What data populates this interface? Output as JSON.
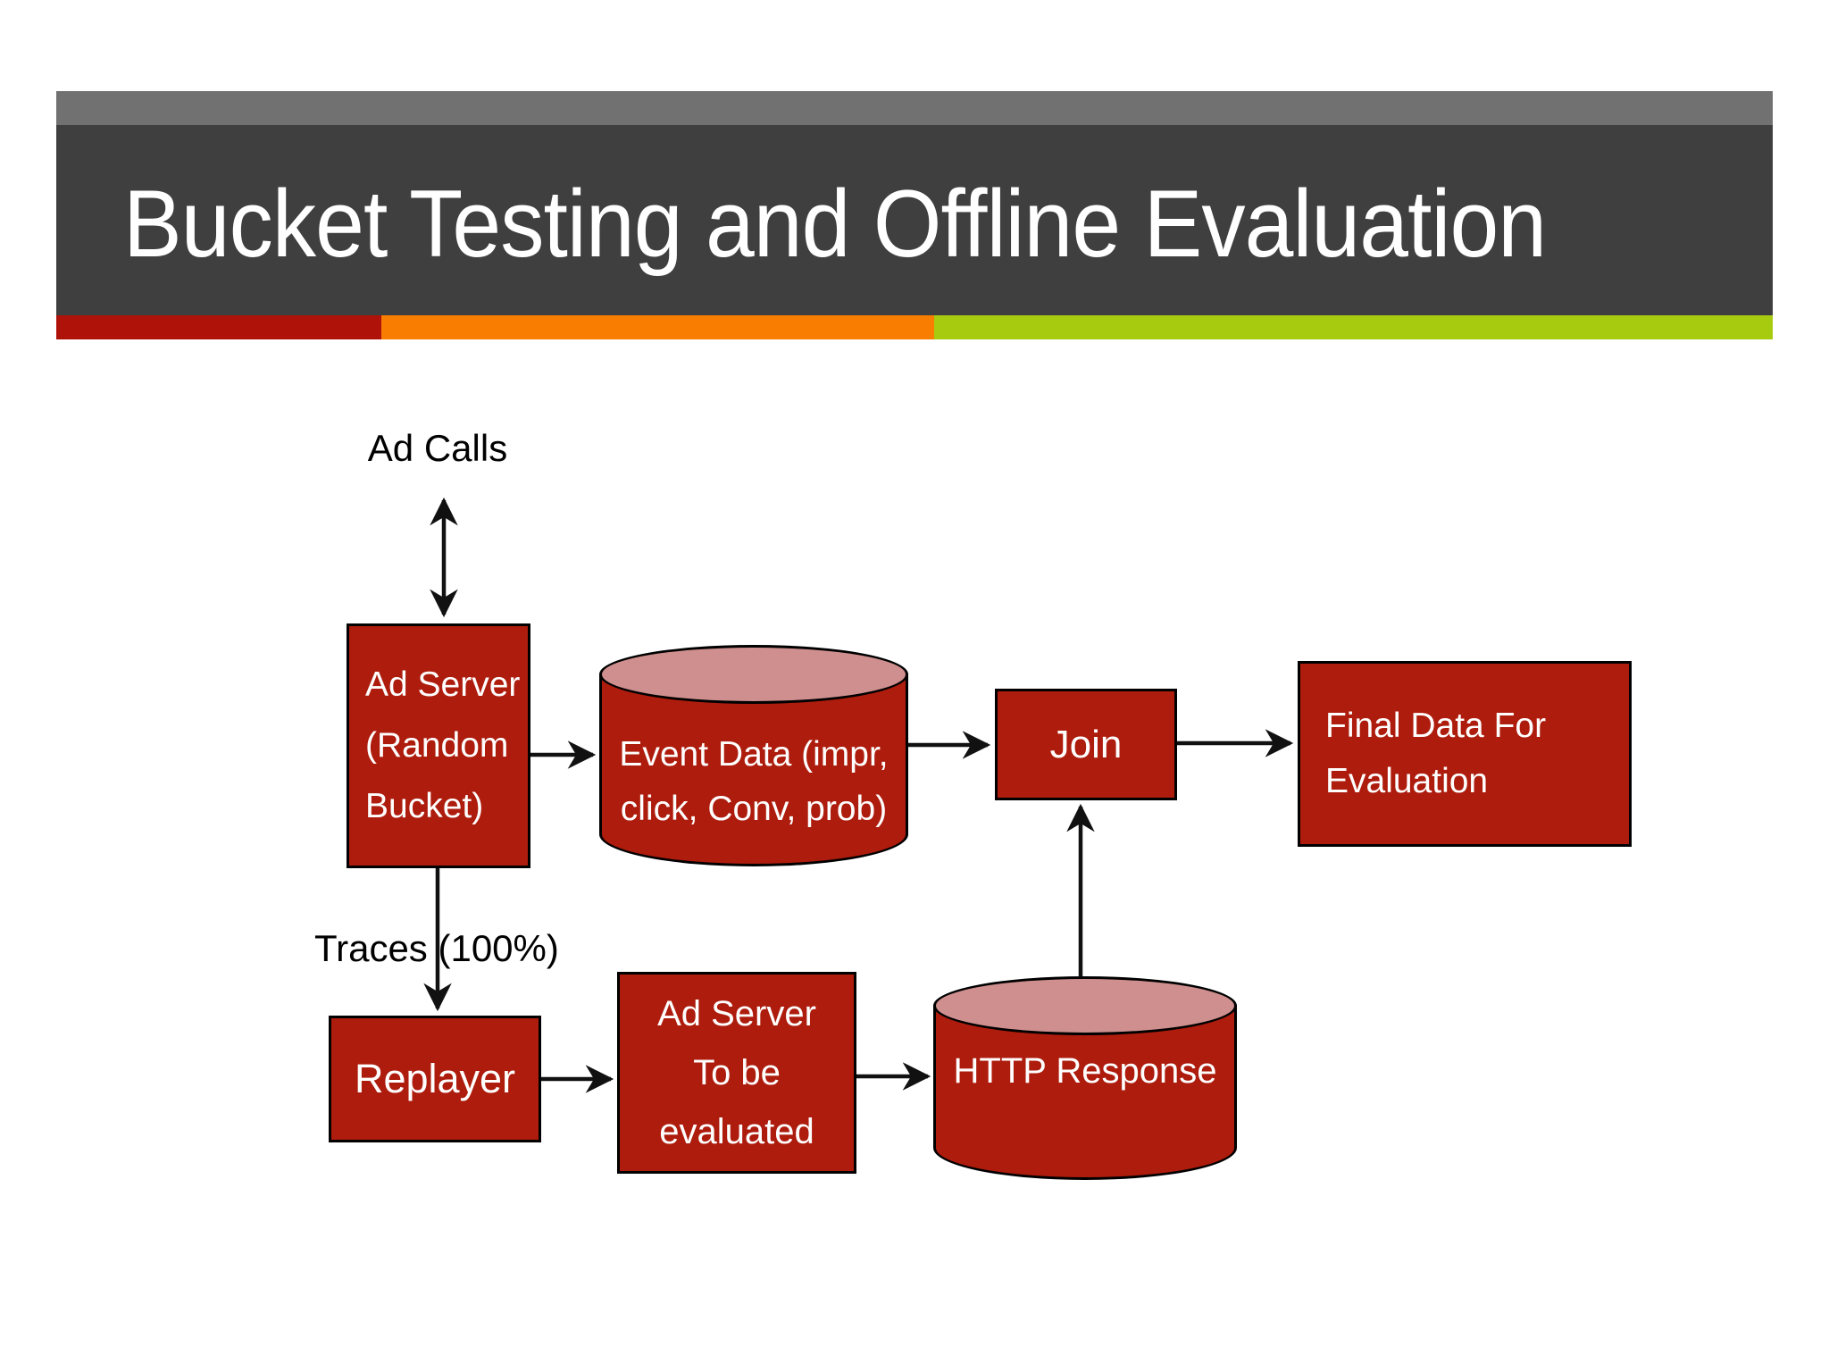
{
  "slide": {
    "title": "Bucket Testing and Offline Evaluation",
    "colors": {
      "header_bar": "#3f3f3f",
      "header_top_strip": "#717171",
      "stripe_red": "#ae1208",
      "stripe_orange": "#f87d01",
      "stripe_green": "#a6cb0f",
      "node_fill": "#ad1c0d",
      "cylinder_top_fill": "#cf8f8e",
      "connector": "#111111",
      "text_on_node": "#ffffff",
      "text_label": "#000000"
    }
  },
  "diagram": {
    "labels": {
      "ad_calls": "Ad Calls",
      "traces": "Traces (100%)"
    },
    "nodes": {
      "ad_server_random": {
        "lines": [
          "Ad Server",
          "(Random",
          "Bucket)"
        ]
      },
      "event_data": {
        "lines": [
          "Event Data",
          "(impr, click,",
          "Conv, prob)"
        ]
      },
      "join": {
        "label": "Join"
      },
      "final_data": {
        "lines": [
          "Final Data For",
          "Evaluation"
        ]
      },
      "replayer": {
        "label": "Replayer"
      },
      "ad_server_eval": {
        "lines": [
          "Ad Server",
          "To be",
          "evaluated"
        ]
      },
      "http_response": {
        "lines": [
          "HTTP",
          "Response"
        ]
      }
    }
  }
}
